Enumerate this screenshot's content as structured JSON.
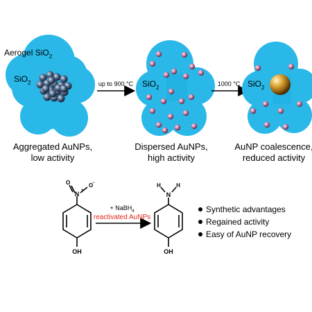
{
  "panels": {
    "aggregated": {
      "aerogel_label": "Aerogel SiO",
      "aerogel_sub": "2",
      "sio2_label": "SiO",
      "sio2_sub": "2",
      "caption_line1": "Aggregated AuNPs,",
      "caption_line2": "low activity"
    },
    "dispersed": {
      "sio2_label": "SiO",
      "sio2_sub": "2",
      "caption_line1": "Dispersed AuNPs,",
      "caption_line2": "high activity"
    },
    "coalesced": {
      "sio2_label": "SiO",
      "sio2_sub": "2",
      "caption_line1": "AuNP coalescence,",
      "caption_line2": "reduced activity"
    }
  },
  "arrows": {
    "first_label": "up to 900 °C",
    "second_label": "1000 °C"
  },
  "reaction": {
    "reagent_prefix": "+ NaBH",
    "reagent_sub": "4",
    "catalyst_label": "reactivated AuNPs",
    "reactant_group_n": "N",
    "reactant_plus": "+",
    "reactant_minus": "-",
    "reactant_o": "O",
    "reactant_oh": "OH",
    "product_n": "N",
    "product_h": "H",
    "product_oh": "OH"
  },
  "benefits": [
    "Synthetic advantages",
    "Regained activity",
    "Easy of AuNP recovery"
  ],
  "colors": {
    "silica": "#29b8e8",
    "silica_deep": "#1aa6dc",
    "pink_np": "#c9759f",
    "gold": "#c88a1c",
    "aggregate": "#3b4f6b",
    "red_text": "#e0261b"
  }
}
